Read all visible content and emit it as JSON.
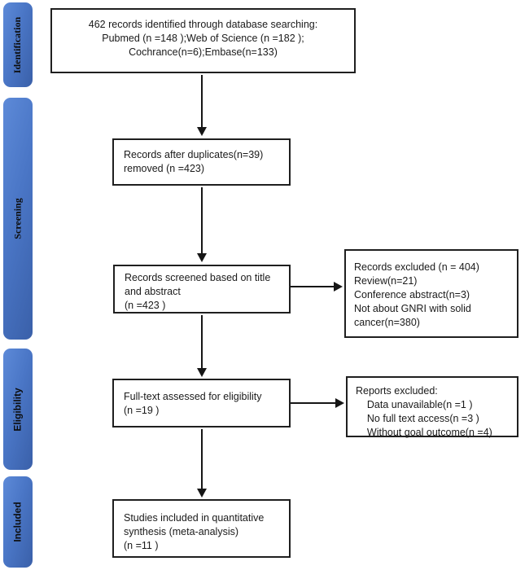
{
  "stages": [
    {
      "label": "Identification"
    },
    {
      "label": "Screening"
    },
    {
      "label": "Eligibility"
    },
    {
      "label": "Included"
    }
  ],
  "boxes": {
    "identified": {
      "lines": [
        "462 records identified through database searching:",
        "Pubmed (n =148 );Web of Science (n =182 );",
        "Cochrance(n=6);Embase(n=133)"
      ]
    },
    "duplicates": {
      "lines": [
        "Records after duplicates(n=39)",
        "removed (n =423)"
      ]
    },
    "screened": {
      "lines": [
        "Records screened based on title",
        "and abstract",
        "(n =423 )"
      ]
    },
    "fulltext": {
      "lines": [
        "Full-text assessed for eligibility",
        "(n =19 )"
      ]
    },
    "included": {
      "lines": [
        "Studies included in quantitative",
        "synthesis (meta-analysis)",
        "(n =11 )"
      ]
    },
    "records_excluded": {
      "lines": [
        "Records excluded (n = 404)",
        "Review(n=21)",
        "Conference abstract(n=3)",
        "Not about GNRI with solid",
        "cancer(n=380)"
      ]
    },
    "reports_excluded": {
      "lines": [
        "Reports excluded:",
        "    Data unavailable(n =1 )",
        "    No full text access(n =3 )",
        "    Without goal outcome(n =4)"
      ]
    }
  },
  "colors": {
    "stage_fill": "#4472C4",
    "stage_fill_light": "#5D8AD8",
    "stage_fill_dark": "#3A60A9",
    "box_border": "#1F1F1F",
    "arrow": "#161616",
    "background": "#FFFFFF"
  }
}
